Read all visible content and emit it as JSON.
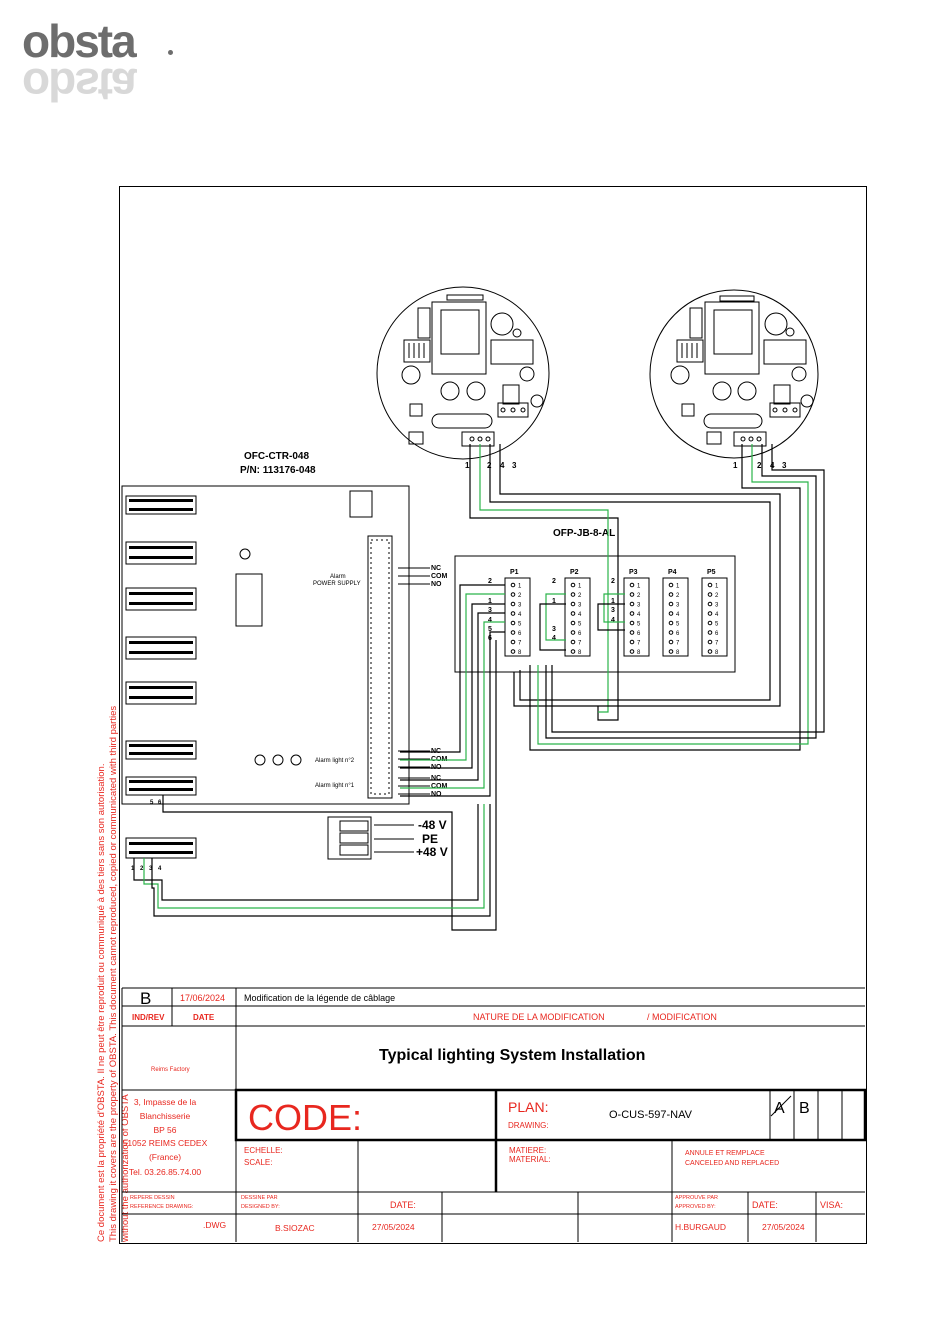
{
  "logo": {
    "text": "obsta"
  },
  "sidenote": {
    "line1": "Ce document est la propriété d'OBSTA. Il ne peut être reproduit ou communiqué à des tiers sans son autorisation.",
    "line2": "This drawing it covers are the property of OBSTA. This document cannot reproduced, copied or communicated with third parties without the authorization of OBSTA"
  },
  "diagram": {
    "controller_name": "OFC-CTR-048",
    "controller_pn": "P/N: 113176-048",
    "junction_box": "OFP-JB-8-AL",
    "alarm_power": [
      "Alarm",
      "POWER SUPPLY"
    ],
    "relay_labels": [
      "NC",
      "COM",
      "NO"
    ],
    "alarm_light_2": "Alarm light n°2",
    "alarm_light_1": "Alarm light n°1",
    "power_labels": [
      "-48 V",
      "PE",
      "+48 V"
    ],
    "port_names": [
      "P1",
      "P2",
      "P3",
      "P4",
      "P5"
    ],
    "pin_numbers": [
      "1",
      "2",
      "3",
      "4",
      "5",
      "6",
      "7",
      "8"
    ],
    "light_terminals": [
      "1",
      "2",
      "4",
      "3"
    ],
    "cable_labels_p1": [
      "2",
      "1",
      "3",
      "4",
      "5",
      "6"
    ],
    "cable_labels_p2": [
      "2",
      "1",
      "3",
      "4"
    ],
    "cable_labels_p3": [
      "2",
      "1",
      "3",
      "4"
    ],
    "ctrl_terminals_a": [
      "5",
      "6"
    ],
    "ctrl_terminals_b": [
      "1",
      "2",
      "3",
      "4"
    ]
  },
  "title_block": {
    "rev_letter": "B",
    "rev_date": "17/06/2024",
    "rev_desc": "Modification de la légende de câblage",
    "hdr_indrev": "IND/REV",
    "hdr_date": "DATE",
    "hdr_nature": "NATURE DE LA MODIFICATION",
    "hdr_modification": "/ MODIFICATION",
    "factory": "Reims Factory",
    "title": "Typical lighting System Installation",
    "address": [
      "3, Impasse de la",
      "Blanchisserie",
      "BP 56",
      "51052 REIMS CEDEX",
      "(France)",
      "Tel. 03.26.85.74.00"
    ],
    "code_label": "CODE:",
    "plan_label": "PLAN:",
    "drawing_label": "DRAWING:",
    "plan_value": "O-CUS-597-NAV",
    "rev_a": "A",
    "rev_b": "B",
    "echelle": "ECHELLE:",
    "scale": "SCALE:",
    "matiere": "MATIERE:",
    "material": "MATERIAL:",
    "annule": "ANNULE ET REMPLACE",
    "canceled": "CANCELED AND REPLACED",
    "repere": "REPERE DESSIN",
    "reference": "REFERENCE DRAWING:",
    "dessine": "DESSINE PAR",
    "designed": "DESIGNED BY:",
    "date_label": "DATE:",
    "approuve": "APPROUVE PAR",
    "approved": "APPROVED BY:",
    "date_label2": "DATE:",
    "visa": "VISA:",
    "dwg": ".DWG",
    "designer": "B.SIOZAC",
    "design_date": "27/05/2024",
    "approver": "H.BURGAUD",
    "approve_date": "27/05/2024"
  },
  "colors": {
    "red": "#e8271f",
    "green": "#2bb34a",
    "grey": "#6d6d6d"
  }
}
